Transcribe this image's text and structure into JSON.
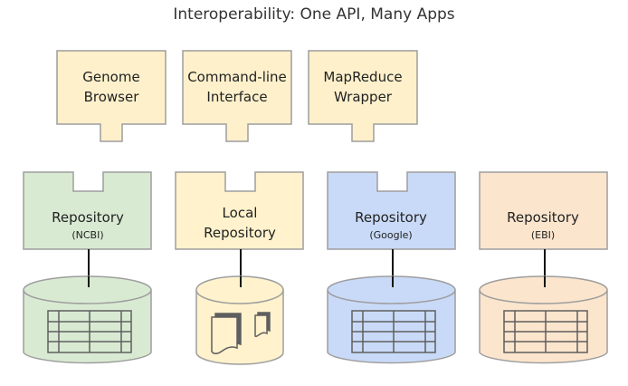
{
  "title": "Interoperability: One API, Many Apps",
  "colors": {
    "app_fill": "#fdf0cb",
    "stroke": "#9e9e9e",
    "connector": "#111111",
    "grid": "#5f5f5f",
    "ncbi": "#d9ead3",
    "local": "#fff2cc",
    "google": "#c9daf8",
    "ebi": "#fce5cd"
  },
  "apps": [
    {
      "line1": "Genome",
      "line2": "Browser"
    },
    {
      "line1": "Command-line",
      "line2": "Interface"
    },
    {
      "line1": "MapReduce",
      "line2": "Wrapper"
    }
  ],
  "repositories": [
    {
      "id": "ncbi",
      "name": "Repository",
      "sub": "(NCBI)",
      "notch": true,
      "store_icon": "table-icon"
    },
    {
      "id": "local",
      "name": "Local",
      "sub": "Repository",
      "notch": true,
      "store_icon": "documents-icon"
    },
    {
      "id": "google",
      "name": "Repository",
      "sub": "(Google)",
      "notch": true,
      "store_icon": "table-icon"
    },
    {
      "id": "ebi",
      "name": "Repository",
      "sub": "(EBI)",
      "notch": false,
      "store_icon": "table-icon"
    }
  ]
}
